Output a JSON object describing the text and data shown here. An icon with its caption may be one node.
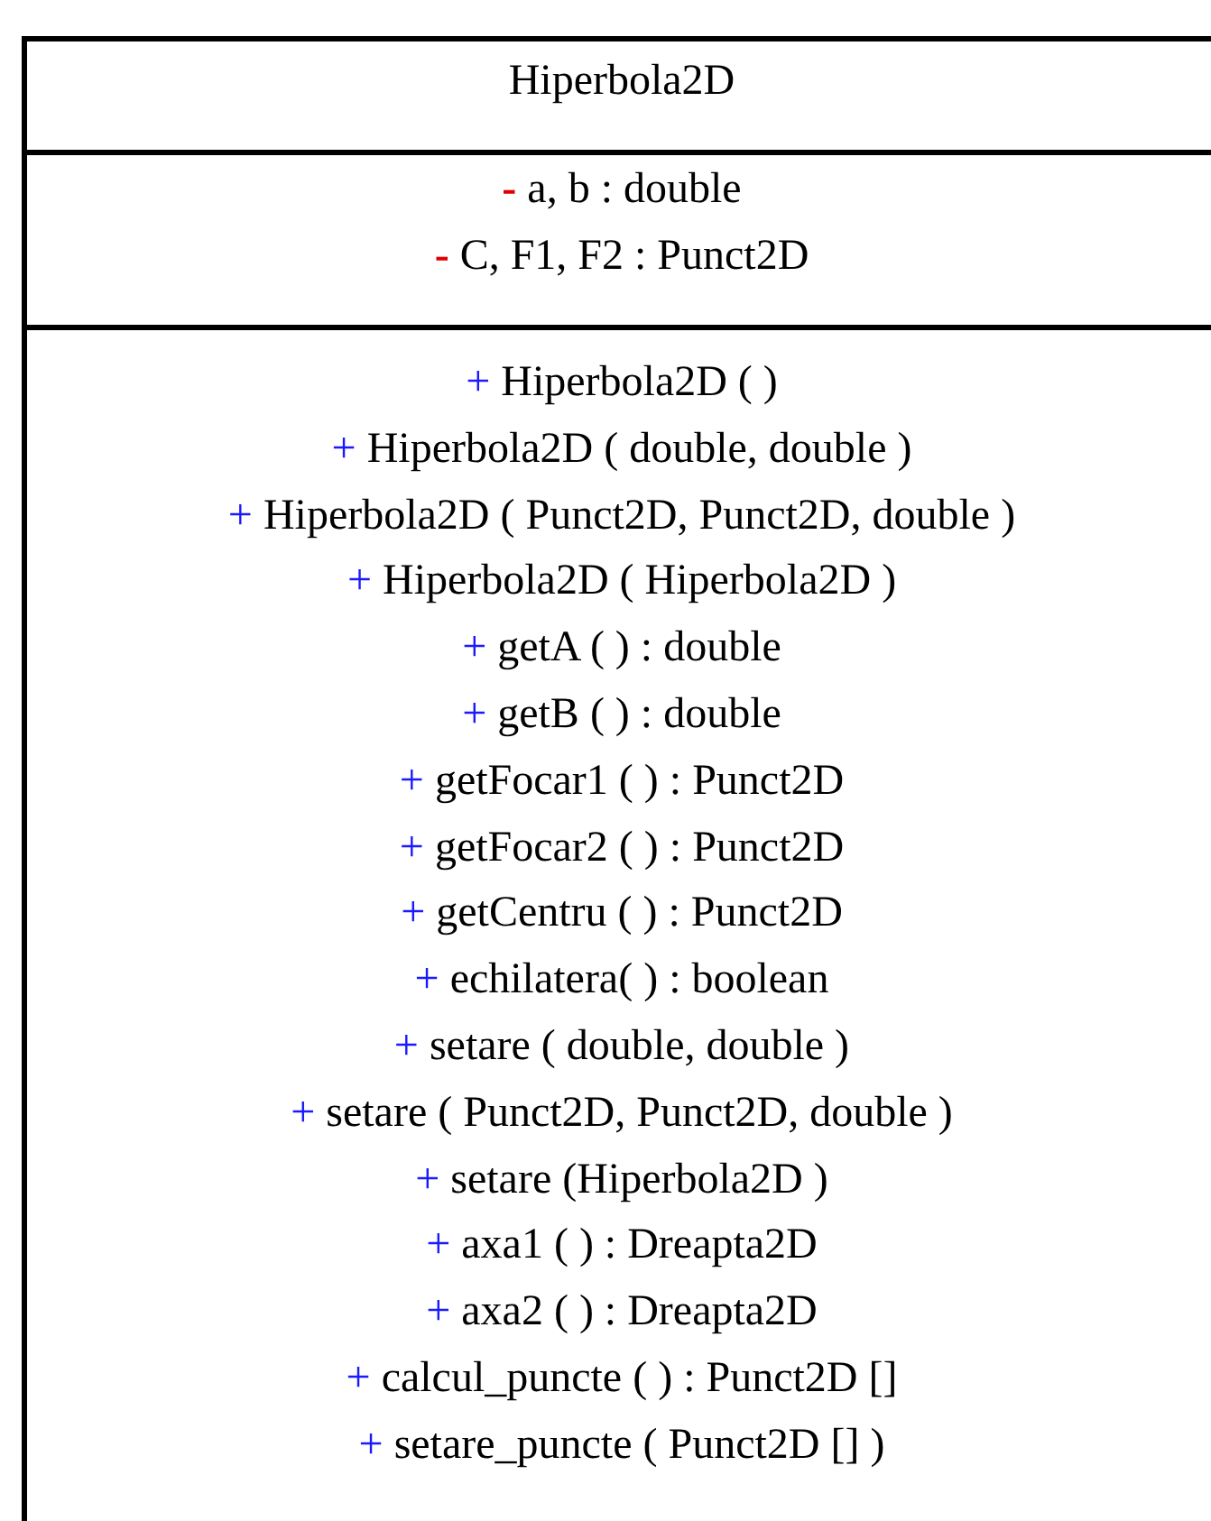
{
  "diagram": {
    "nodes": [
      {
        "text": [
          "Hiperbola2D"
        ]
      },
      {
        "text": [
          "- a, b : double",
          "- C, F1, F2 : Punct2D"
        ],
        "in": 0
      },
      {
        "text": [
          "+ Hiperbola2D ( )",
          "+ Hiperbola2D ( double, double )",
          "+ Hiperbola2D ( Punct2D, Punct2D, double )",
          "+ Hiperbola2D ( Hiperbola2D )",
          "+ getA ( ) : double",
          "+ getB ( ) : double",
          "+ getFocar1 ( ) : Punct2D",
          "+ getFocar2 ( ) : Punct2D",
          "+ getCentru ( ) : Punct2D",
          "+ echilatera( ) : boolean",
          "+ setare ( double, double )",
          "+ setare ( Punct2D, Punct2D, double )",
          "+ setare (Hiperbola2D )",
          "+ axa1 ( ) : Dreapta2D",
          "+ axa2 ( ) : Dreapta2D",
          "+ calcul_puncte ( ) : Punct2D []",
          "+ setare_puncte ( Punct2D [] )"
        ],
        "in": 0
      }
    ]
  }
}
